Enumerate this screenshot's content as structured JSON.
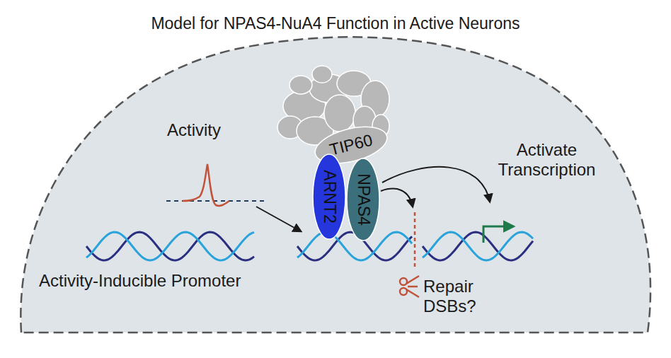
{
  "diagram": {
    "title": "Model for NPAS4-NuA4 Function in Active Neurons",
    "nodes": [
      {
        "text": [
          "TIP60"
        ]
      },
      {
        "text": [
          "ARNT2"
        ]
      },
      {
        "text": [
          "NPAS4"
        ]
      }
    ],
    "labels": [
      "Activity",
      "Activity-Inducible Promoter",
      "Activate Transcription",
      "Repair DSBs?"
    ]
  }
}
